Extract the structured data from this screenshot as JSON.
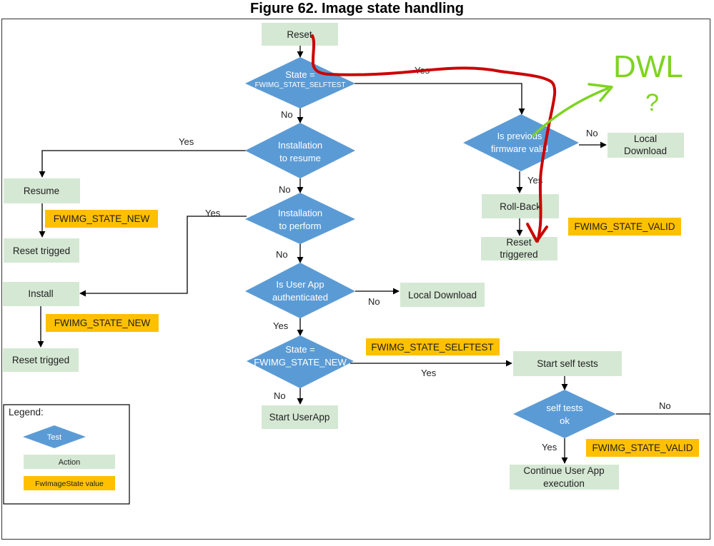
{
  "title": "Figure 62. Image state handling",
  "nodes": {
    "reset": "Reset",
    "state_selftest": [
      "State =",
      "FWIMG_STATE_SELFTEST"
    ],
    "installation_to_resume": [
      "Installation",
      "to resume"
    ],
    "installation_to_perform": [
      "Installation",
      "to perform"
    ],
    "is_user_app_authenticated": [
      "Is User App",
      "authenticated"
    ],
    "state_new": [
      "State =",
      "FWIMG_STATE_NEW"
    ],
    "start_userapp": "Start UserApp",
    "resume": "Resume",
    "reset_trigged_1": "Reset trigged",
    "install": "Install",
    "reset_trigged_2": "Reset trigged",
    "is_previous_firmware_valid": [
      "Is previous",
      "firmware valid"
    ],
    "local_download_1": [
      "Local",
      "Download"
    ],
    "roll_back": "Roll-Back",
    "reset_triggered": [
      "Reset",
      "triggered"
    ],
    "local_download_2": "Local Download",
    "start_self_tests": "Start self tests",
    "self_tests_ok": [
      "self tests",
      "ok"
    ],
    "continue_user_app": [
      "Continue User App",
      "execution"
    ]
  },
  "state_labels": {
    "resume_state": "FWIMG_STATE_NEW",
    "install_state": "FWIMG_STATE_NEW",
    "rollback_state": "FWIMG_STATE_VALID",
    "selftest_state": "FWIMG_STATE_SELFTEST",
    "continue_state": "FWIMG_STATE_VALID"
  },
  "edge_labels": {
    "selftest_yes": "Yes",
    "selftest_no": "No",
    "resume_yes": "Yes",
    "resume_no": "No",
    "perform_yes": "Yes",
    "perform_no": "No",
    "auth_no": "No",
    "auth_yes": "Yes",
    "new_yes": "Yes",
    "new_no": "No",
    "prev_no": "No",
    "prev_yes": "Yes",
    "selftests_no": "No",
    "selftests_yes": "Yes"
  },
  "legend": {
    "title": "Legend:",
    "test": "Test",
    "action": "Action",
    "state": "FwImageState value"
  },
  "annotations": {
    "handwritten": [
      "DWL",
      "?"
    ],
    "colors": {
      "red_path": "#cc0000",
      "green_arrow": "#7ed321"
    }
  },
  "colors": {
    "action": "#d5e8d4",
    "diamond": "#5b9bd5",
    "state": "#ffc000"
  }
}
